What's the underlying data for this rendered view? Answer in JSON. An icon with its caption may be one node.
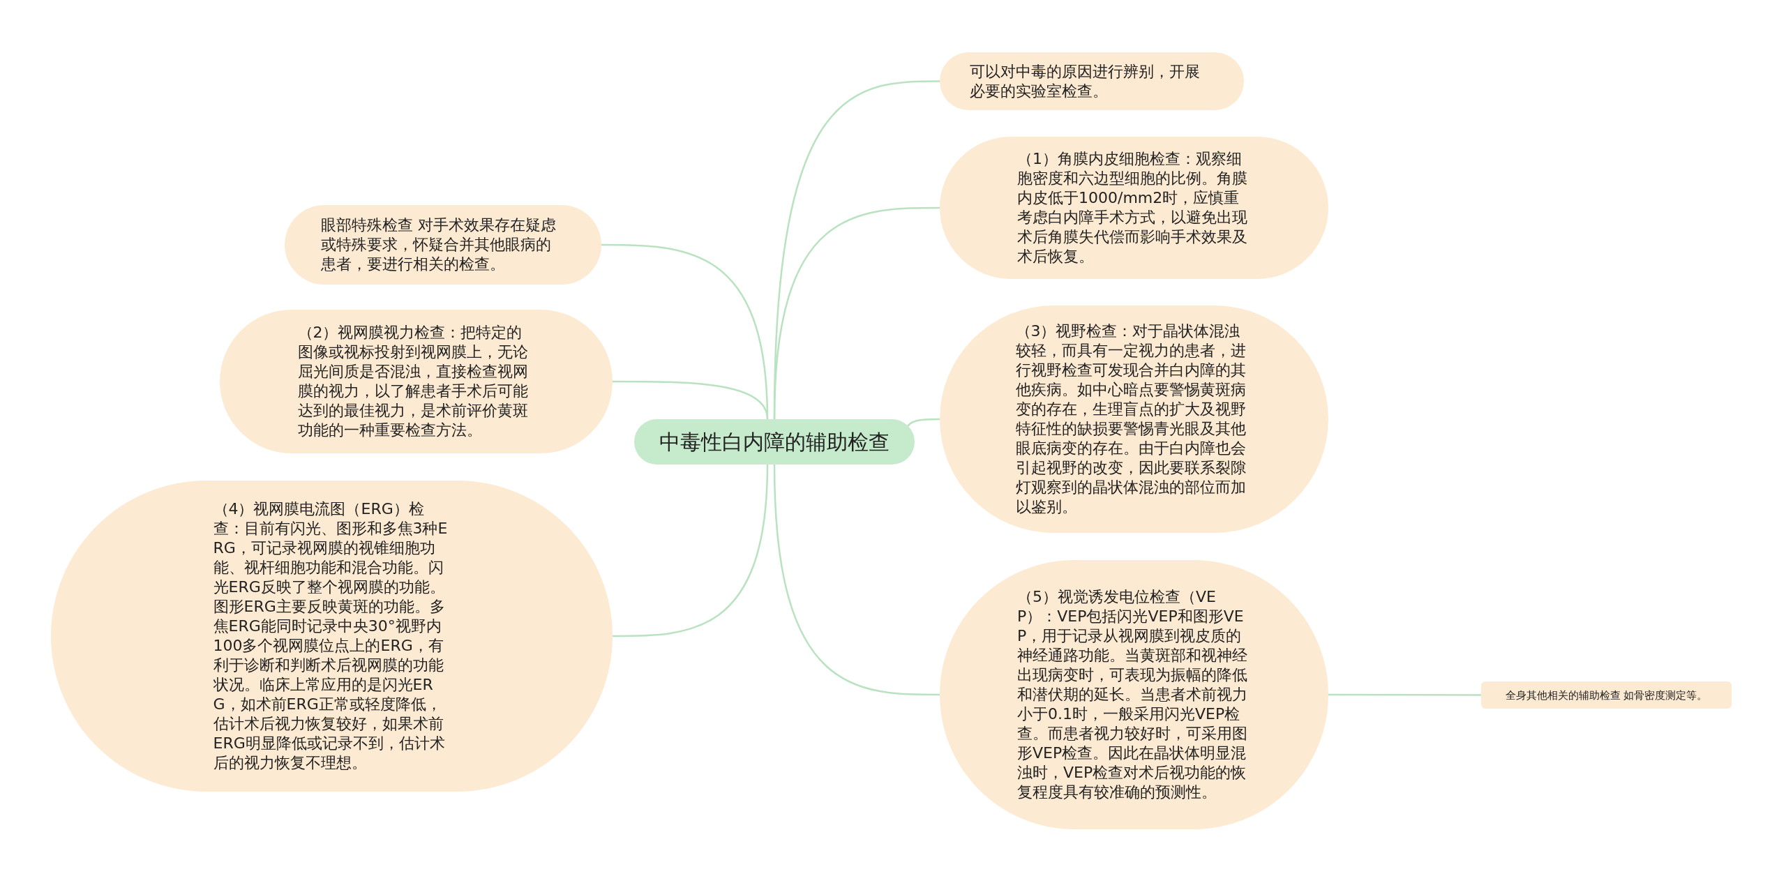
{
  "diagram": {
    "nodes": [
      {
        "text": [
          "中毒性白内障的辅助检查"
        ]
      },
      {
        "text": [
          "可以对中毒的原因进行辨别，开展必要的实验室检查。"
        ]
      },
      {
        "text": [
          "（1）角膜内皮细胞检查：观察细胞密度和六边型细胞的比例。角膜内皮低于1000/mm2时，应慎重考虑白内障手术方式，以避免出现术后角膜失代偿而影响手术效果及术后恢复。"
        ]
      },
      {
        "text": [
          "（3）视野检查：对于晶状体混浊较轻，而具有一定视力的患者，进行视野检查可发现合并白内障的其他疾病。如中心暗点要警惕黄斑病变的存在，生理盲点的扩大及视野特征性的缺损要警惕青光眼及其他眼底病变的存在。由于白内障也会引起视野的改变，因此要联系裂隙灯观察到的晶状体混浊的部位而加以鉴别。"
        ]
      },
      {
        "text": [
          "（5）视觉诱发电位检查（VEP）：VEP包括闪光VEP和图形VEP，用于记录从视网膜到视皮质的神经通路功能。当黄斑部和视神经出现病变时，可表现为振幅的降低和潜伏期的延长。当患者术前视力小于0.1时，一般采用闪光VEP检查。而患者视力较好时，可采用图形VEP检查。因此在晶状体明显混浊时，VEP检查对术后视功能的恢复程度具有较准确的预测性。"
        ]
      },
      {
        "text": [
          "全身其他相关的辅助检查 如骨密度测定等。"
        ]
      },
      {
        "text": [
          "眼部特殊检查 对手术效果存在疑虑或特殊要求，怀疑合并其他眼病的患者，要进行相关的检查。"
        ]
      },
      {
        "text": [
          "（2）视网膜视力检查：把特定的图像或视标投射到视网膜上，无论屈光间质是否混浊，直接检查视网膜的视力，以了解患者手术后可能达到的最佳视力，是术前评价黄斑功能的一种重要检查方法。"
        ]
      },
      {
        "text": [
          "（4）视网膜电流图（ERG）检查：目前有闪光、图形和多焦3种ERG，可记录视网膜的视锥细胞功能、视杆细胞功能和混合功能。闪光ERG反映了整个视网膜的功能。图形ERG主要反映黄斑的功能。多焦ERG能同时记录中央30°视野内100多个视网膜位点上的ERG，有利于诊断和判断术后视网膜的功能状况。临床上常应用的是闪光ERG，如术前ERG正常或轻度降低，估计术后视力恢复较好，如果术前ERG明显降低或记录不到，估计术后的视力恢复不理想。"
        ]
      }
    ],
    "edges": [
      {
        "from": 0,
        "to": 1,
        "arrow": "none"
      },
      {
        "from": 0,
        "to": 2,
        "arrow": "none"
      },
      {
        "from": 0,
        "to": 3,
        "arrow": "none"
      },
      {
        "from": 0,
        "to": 4,
        "arrow": "none"
      },
      {
        "from": 4,
        "to": 5,
        "arrow": "none"
      },
      {
        "from": 0,
        "to": 6,
        "arrow": "none"
      },
      {
        "from": 0,
        "to": 7,
        "arrow": "none"
      },
      {
        "from": 0,
        "to": 8,
        "arrow": "none"
      }
    ]
  }
}
